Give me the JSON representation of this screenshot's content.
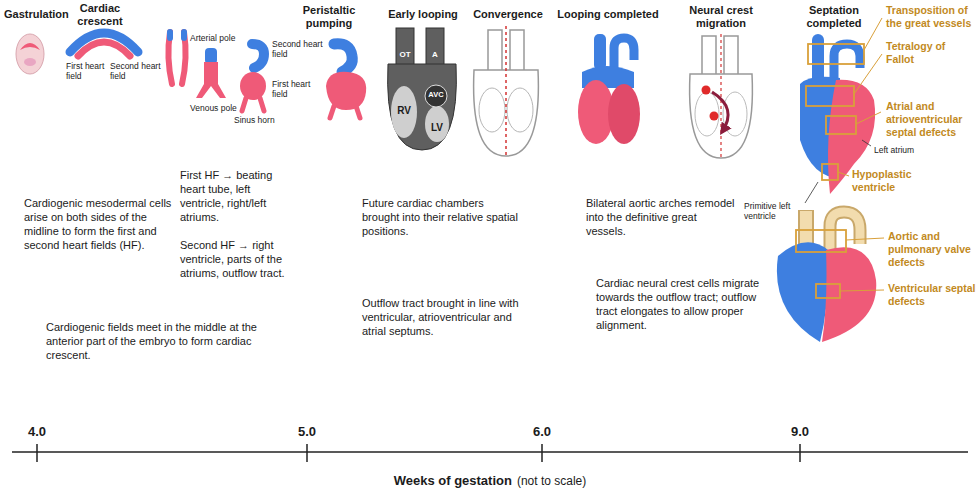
{
  "diagram": {
    "nodes": [
      {
        "text": [
          "Cardiogenic mesodermal cells arise on both sides of the midline to form the first and second heart fields (HF).",
          "First HF → beating heart tube, left ventricle, right/left atriums.",
          "Second HF → right ventricle, parts of the atriums, outflow tract.",
          "Cardiogenic fields meet in the middle at the anterior part of the embryo to form cardiac crescent."
        ]
      },
      {
        "text": [
          "Future cardiac chambers brought into their relative spatial positions.",
          "Outflow tract brought in line with ventricular, atrioventricular and atrial septums."
        ]
      },
      {
        "text": [
          "Bilateral aortic arches remodel into the definitive great vessels.",
          "Cardiac neural crest cells migrate towards the outflow tract; outflow tract elongates to allow proper alignment."
        ]
      }
    ],
    "labels": [
      "Gastrulation",
      "Cardiac crescent",
      "First heart field",
      "Second heart field",
      "Arterial pole",
      "Venous pole",
      "Second heart field",
      "First heart field",
      "Sinus horn",
      "Peristaltic pumping",
      "Early looping",
      "OT",
      "A",
      "RV",
      "AVC",
      "LV",
      "Convergence",
      "Looping completed",
      "Neural crest migration",
      "Septation completed",
      "Transposition of the great vessels",
      "Tetralogy of Fallot",
      "Left atrium",
      "Atrial and atrioventricular septal defects",
      "Primitive left ventricle",
      "Hypoplastic ventricle",
      "Aortic and pulmonary valve defects",
      "Ventricular septal defects",
      "4.0",
      "5.0",
      "6.0",
      "9.0",
      "Weeks of gestation",
      "(not to scale)"
    ]
  }
}
